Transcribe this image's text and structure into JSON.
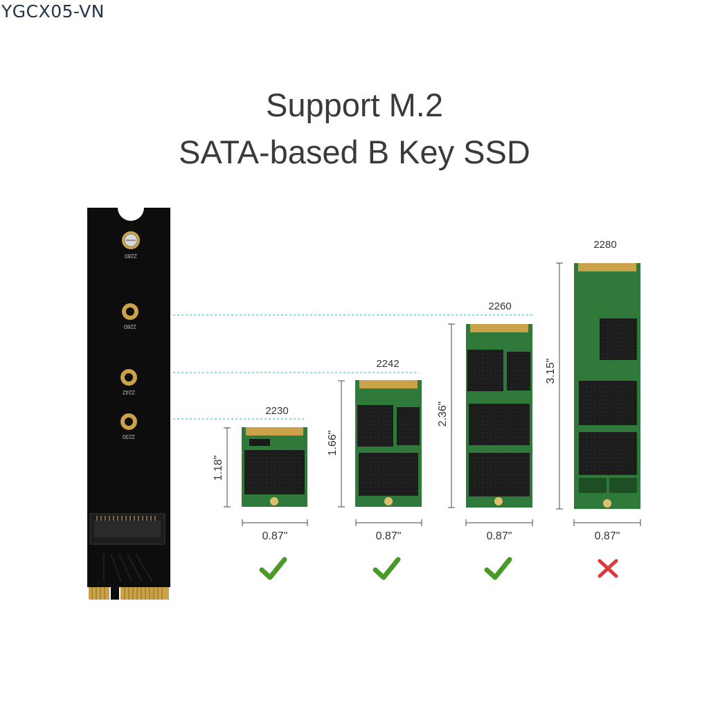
{
  "watermark": "YGCX05-VN",
  "headline": {
    "line1": "Support M.2",
    "line2": "SATA-based B Key SSD"
  },
  "adapter": {
    "hole_labels": [
      "2280",
      "2280",
      "2242",
      "2230"
    ]
  },
  "ssd_cards": [
    {
      "model": "2230",
      "height_label": "1.18\"",
      "width_label": "0.87\"",
      "compatibility": "supported"
    },
    {
      "model": "2242",
      "height_label": "1.66\"",
      "width_label": "0.87\"",
      "compatibility": "supported"
    },
    {
      "model": "2260",
      "height_label": "2.36\"",
      "width_label": "0.87\"",
      "compatibility": "supported"
    },
    {
      "model": "2280",
      "height_label": "3.15\"",
      "width_label": "0.87\"",
      "compatibility": "unsupported"
    }
  ],
  "colors": {
    "supported": "#4a9a2a",
    "unsupported": "#d93a3a",
    "pcb_green": "#2f7a3a",
    "guide_line": "#3aa8c8"
  }
}
